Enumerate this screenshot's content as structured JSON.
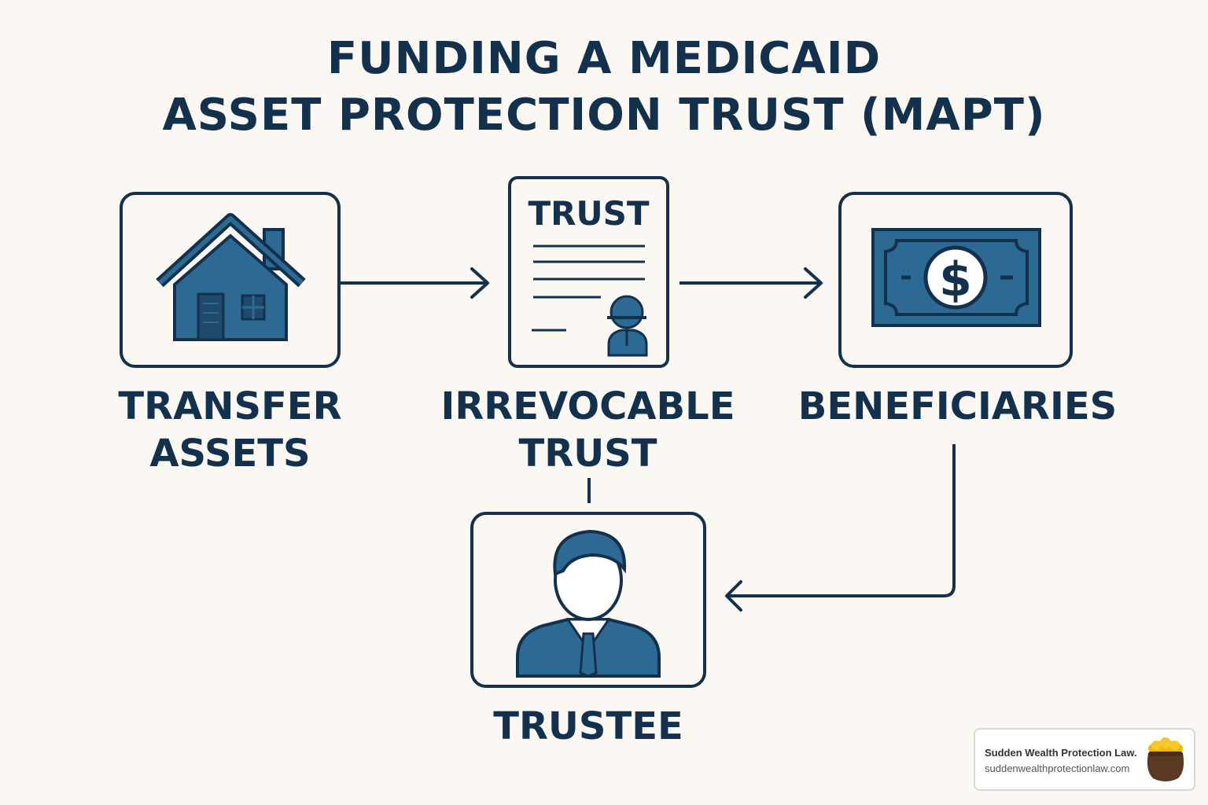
{
  "title": {
    "line1": "FUNDING A MEDICAID",
    "line2": "ASSET PROTECTION TRUST (MAPT)"
  },
  "nodes": {
    "transfer": {
      "label_line1": "TRANSFER",
      "label_line2": "ASSETS",
      "icon": "house-icon"
    },
    "trust": {
      "label_line1": "IRREVOCABLE",
      "label_line2": "TRUST",
      "doc_heading": "TRUST",
      "icon": "trust-document-icon"
    },
    "beneficiaries": {
      "label": "BENEFICIARIES",
      "icon": "dollar-bill-icon"
    },
    "trustee": {
      "label": "TRUSTEE",
      "icon": "person-icon"
    }
  },
  "badge": {
    "name": "Sudden Wealth Protection Law.",
    "url": "suddenwealthprotectionlaw.com",
    "icon": "gold-pot-icon"
  },
  "colors": {
    "ink": "#13304d",
    "accent": "#2d6a93",
    "background": "#fbf8f3"
  }
}
